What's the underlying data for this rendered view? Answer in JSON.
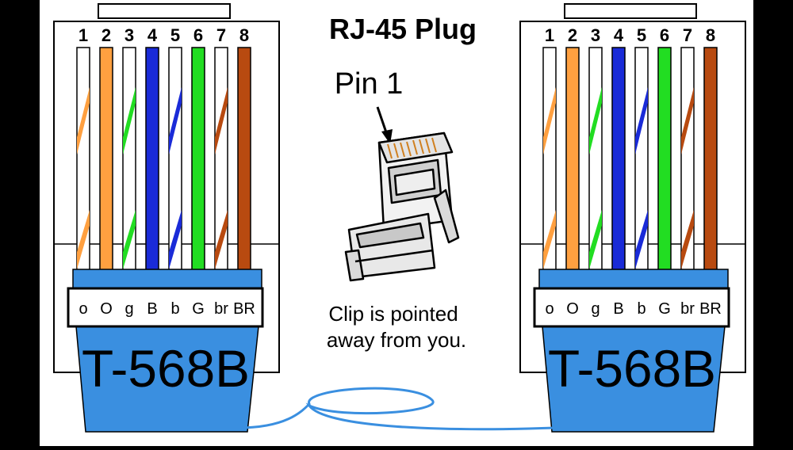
{
  "title": "RJ-45 Plug",
  "pin_label": "Pin 1",
  "clip_note": [
    "Clip is pointed",
    "away from you."
  ],
  "connectors": [
    {
      "side": "left",
      "standard": "T-568B",
      "pin_numbers": [
        "1",
        "2",
        "3",
        "4",
        "5",
        "6",
        "7",
        "8"
      ],
      "wire_codes": [
        "o",
        "O",
        "g",
        "B",
        "b",
        "G",
        "br",
        "BR"
      ],
      "wires": [
        {
          "color": "#FFA040",
          "striped": true
        },
        {
          "color": "#FFA040",
          "striped": false
        },
        {
          "color": "#22DD22",
          "striped": true
        },
        {
          "color": "#1A2BD8",
          "striped": false
        },
        {
          "color": "#1A2BD8",
          "striped": true
        },
        {
          "color": "#22DD22",
          "striped": false
        },
        {
          "color": "#B84A10",
          "striped": true
        },
        {
          "color": "#B84A10",
          "striped": false
        }
      ]
    },
    {
      "side": "right",
      "standard": "T-568B",
      "pin_numbers": [
        "1",
        "2",
        "3",
        "4",
        "5",
        "6",
        "7",
        "8"
      ],
      "wire_codes": [
        "o",
        "O",
        "g",
        "B",
        "b",
        "G",
        "br",
        "BR"
      ],
      "wires": [
        {
          "color": "#FFA040",
          "striped": true
        },
        {
          "color": "#FFA040",
          "striped": false
        },
        {
          "color": "#22DD22",
          "striped": true
        },
        {
          "color": "#1A2BD8",
          "striped": false
        },
        {
          "color": "#1A2BD8",
          "striped": true
        },
        {
          "color": "#22DD22",
          "striped": false
        },
        {
          "color": "#B84A10",
          "striped": true
        },
        {
          "color": "#B84A10",
          "striped": false
        }
      ]
    }
  ],
  "colors": {
    "background": "#000000",
    "panel": "#FFFFFF",
    "boot": "#3A8FE0",
    "cable": "#3A8FE0",
    "outline": "#000000"
  }
}
